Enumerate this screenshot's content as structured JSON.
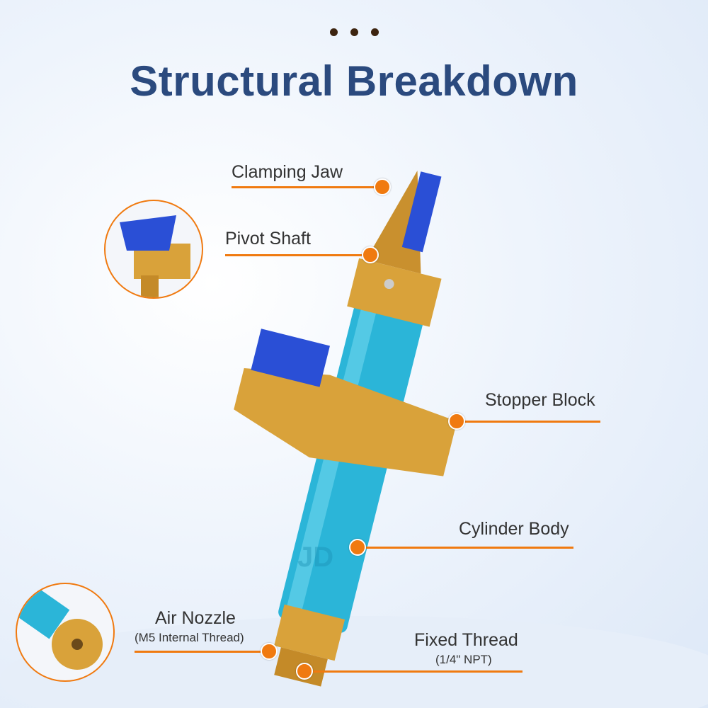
{
  "header": {
    "title": "Structural Breakdown"
  },
  "watermark": "JD",
  "callouts": [
    {
      "label": "Clamping Jaw"
    },
    {
      "label": "Pivot Shaft"
    },
    {
      "label": "Stopper Block"
    },
    {
      "label": "Cylinder Body"
    },
    {
      "label": "Air Nozzle",
      "sub": "(M5 Internal Thread)"
    },
    {
      "label": "Fixed Thread",
      "sub": "(1/4\" NPT)"
    }
  ],
  "colors": {
    "accent": "#f07a10",
    "title": "#2b4a7e",
    "gold": "#d9a23a",
    "cylinder": "#2bb5d8",
    "pad": "#2a4fd6"
  }
}
